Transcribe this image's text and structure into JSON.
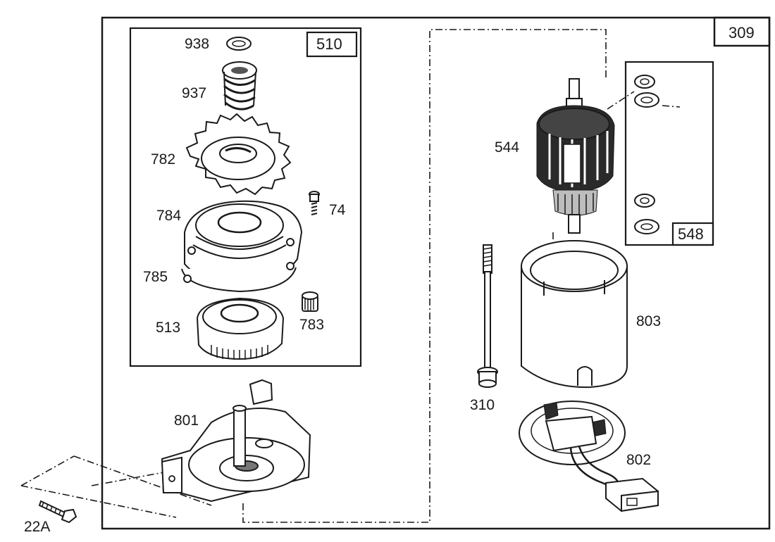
{
  "diagram": {
    "assembly_label": "309",
    "drive_kit_label": "510",
    "brush_kit_label": "548",
    "parts": {
      "p938": "938",
      "p937": "937",
      "p782": "782",
      "p74": "74",
      "p784": "784",
      "p785": "785",
      "p513": "513",
      "p783": "783",
      "p801": "801",
      "p22a": "22A",
      "p544": "544",
      "p803": "803",
      "p310": "310",
      "p802": "802"
    }
  }
}
